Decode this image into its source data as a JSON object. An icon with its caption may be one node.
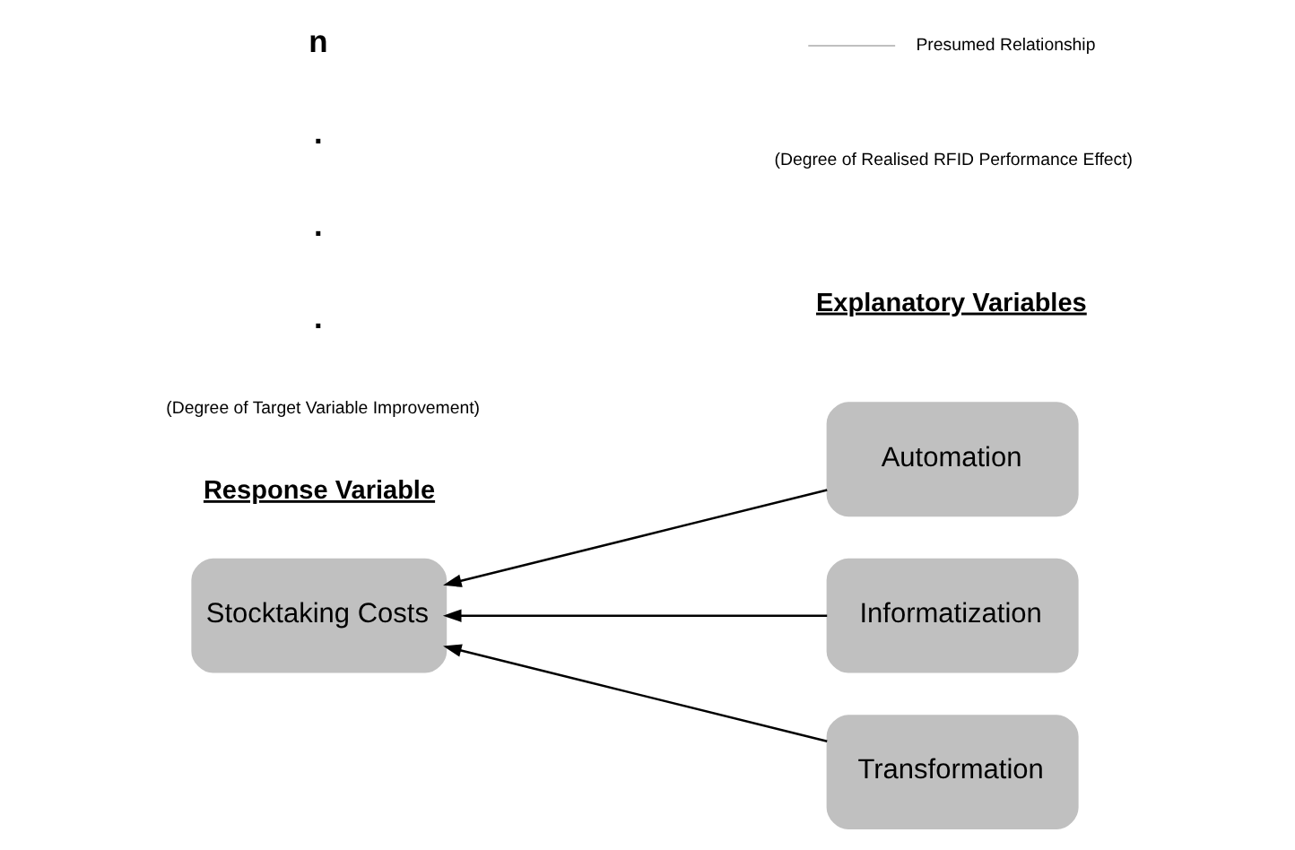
{
  "diagram": {
    "nodes": [
      {
        "text": [
          "Stocktaking Costs"
        ]
      },
      {
        "text": [
          "Automation"
        ]
      },
      {
        "text": [
          "Informatization"
        ]
      },
      {
        "text": [
          "Transformation"
        ]
      }
    ],
    "edges": [
      {
        "from": 1,
        "to": 0,
        "arrow": "to"
      },
      {
        "from": 2,
        "to": 0,
        "arrow": "to"
      },
      {
        "from": 3,
        "to": 0,
        "arrow": "to"
      }
    ],
    "labels": [
      "Response Variable",
      "(Degree of Target Variable Improvement)",
      "Explanatory Variables",
      "(Degree of Realised RFID Performance Effect)",
      ".",
      ".",
      ".",
      "n"
    ],
    "legend": [
      {
        "text": "Presumed Relationship"
      }
    ]
  }
}
